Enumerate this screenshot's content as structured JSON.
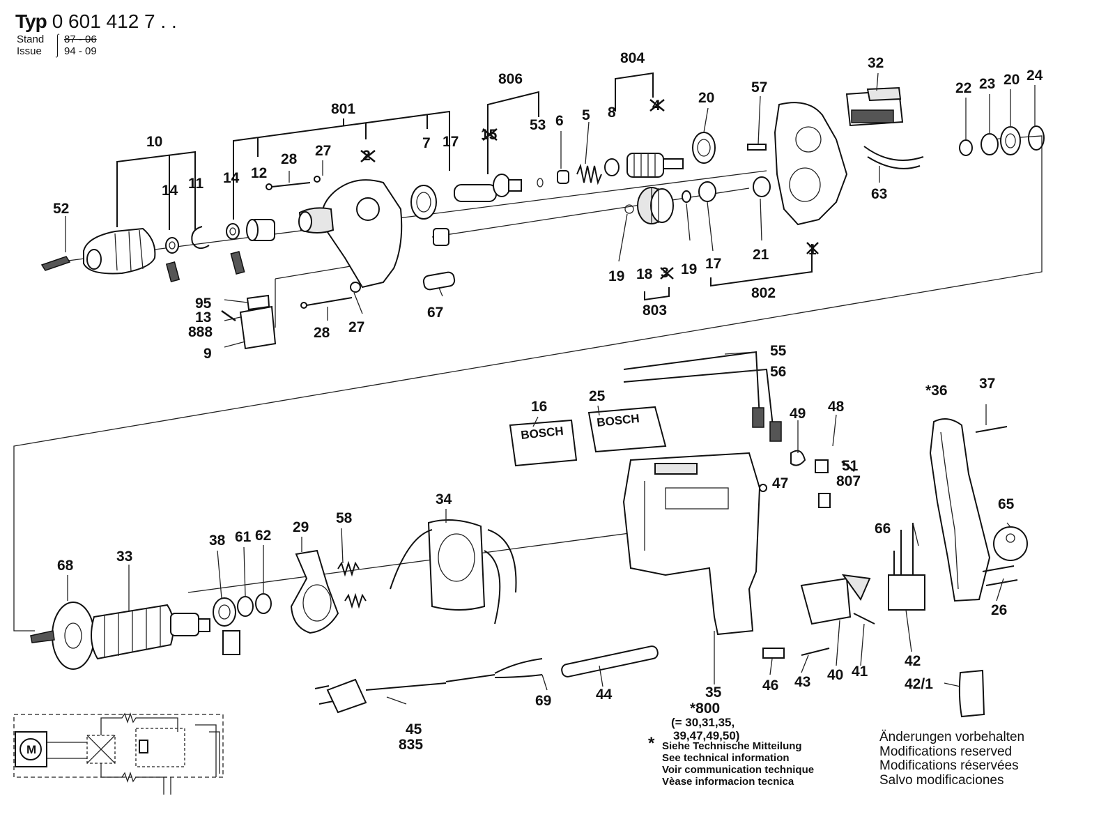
{
  "header": {
    "type_label": "Typ",
    "type_code": "0 601 412 7 . .",
    "stand_label": "Stand",
    "stand_value": "87 - 06",
    "issue_label": "Issue",
    "issue_value": "94 - 09"
  },
  "group_labels": {
    "g10": "10",
    "g801": "801",
    "g806": "806",
    "g804": "804",
    "g802": "802",
    "g803": "803"
  },
  "part_labels": {
    "p52": "52",
    "p14a": "14",
    "p11": "11",
    "p14b": "14",
    "p12": "12",
    "p28a": "28",
    "p27a": "27",
    "p2": "2",
    "p7": "7",
    "p17a": "17",
    "p15": "15",
    "p53": "53",
    "p6": "6",
    "p5": "5",
    "p8": "8",
    "p4": "4",
    "p20a": "20",
    "p57": "57",
    "p32": "32",
    "p22": "22",
    "p23": "23",
    "p20b": "20",
    "p24": "24",
    "p63": "63",
    "p21": "21",
    "p1": "1",
    "p17b": "17",
    "p19a": "19",
    "p18": "18",
    "p3": "3",
    "p19b": "19",
    "p95": "95",
    "p13": "13",
    "p888": "888",
    "p9": "9",
    "p28b": "28",
    "p27b": "27",
    "p67": "67",
    "p55": "55",
    "p56": "56",
    "p16": "16",
    "p25": "25",
    "p49": "49",
    "p48": "48",
    "p51": "51",
    "p807": "807",
    "p47": "47",
    "p36": "*36",
    "p37": "37",
    "p65": "65",
    "p66": "66",
    "p26": "26",
    "p68": "68",
    "p33": "33",
    "p38": "38",
    "p61": "61",
    "p62": "62",
    "p29": "29",
    "p58": "58",
    "p34": "34",
    "p35": "35",
    "p800": "*800",
    "p800_list_1": "(= 30,31,35,",
    "p800_list_2": "39,47,49,50)",
    "p46": "46",
    "p43": "43",
    "p40": "40",
    "p41": "41",
    "p42": "42",
    "p42_1": "42/1",
    "p44": "44",
    "p69": "69",
    "p45": "45",
    "p835": "835"
  },
  "brand_labels": {
    "badge16": "BOSCH",
    "badge25": "BOSCH"
  },
  "schematic": {
    "motor_label": "M"
  },
  "note": {
    "star": "*",
    "lines": [
      "Siehe Technische Mitteilung",
      "See technical information",
      "Voir communication technique",
      "Vèase informacion tecnica"
    ]
  },
  "modifications": {
    "lines": [
      "Änderungen vorbehalten",
      "Modifications reserved",
      "Modifications réservées",
      "Salvo modificaciones"
    ]
  }
}
